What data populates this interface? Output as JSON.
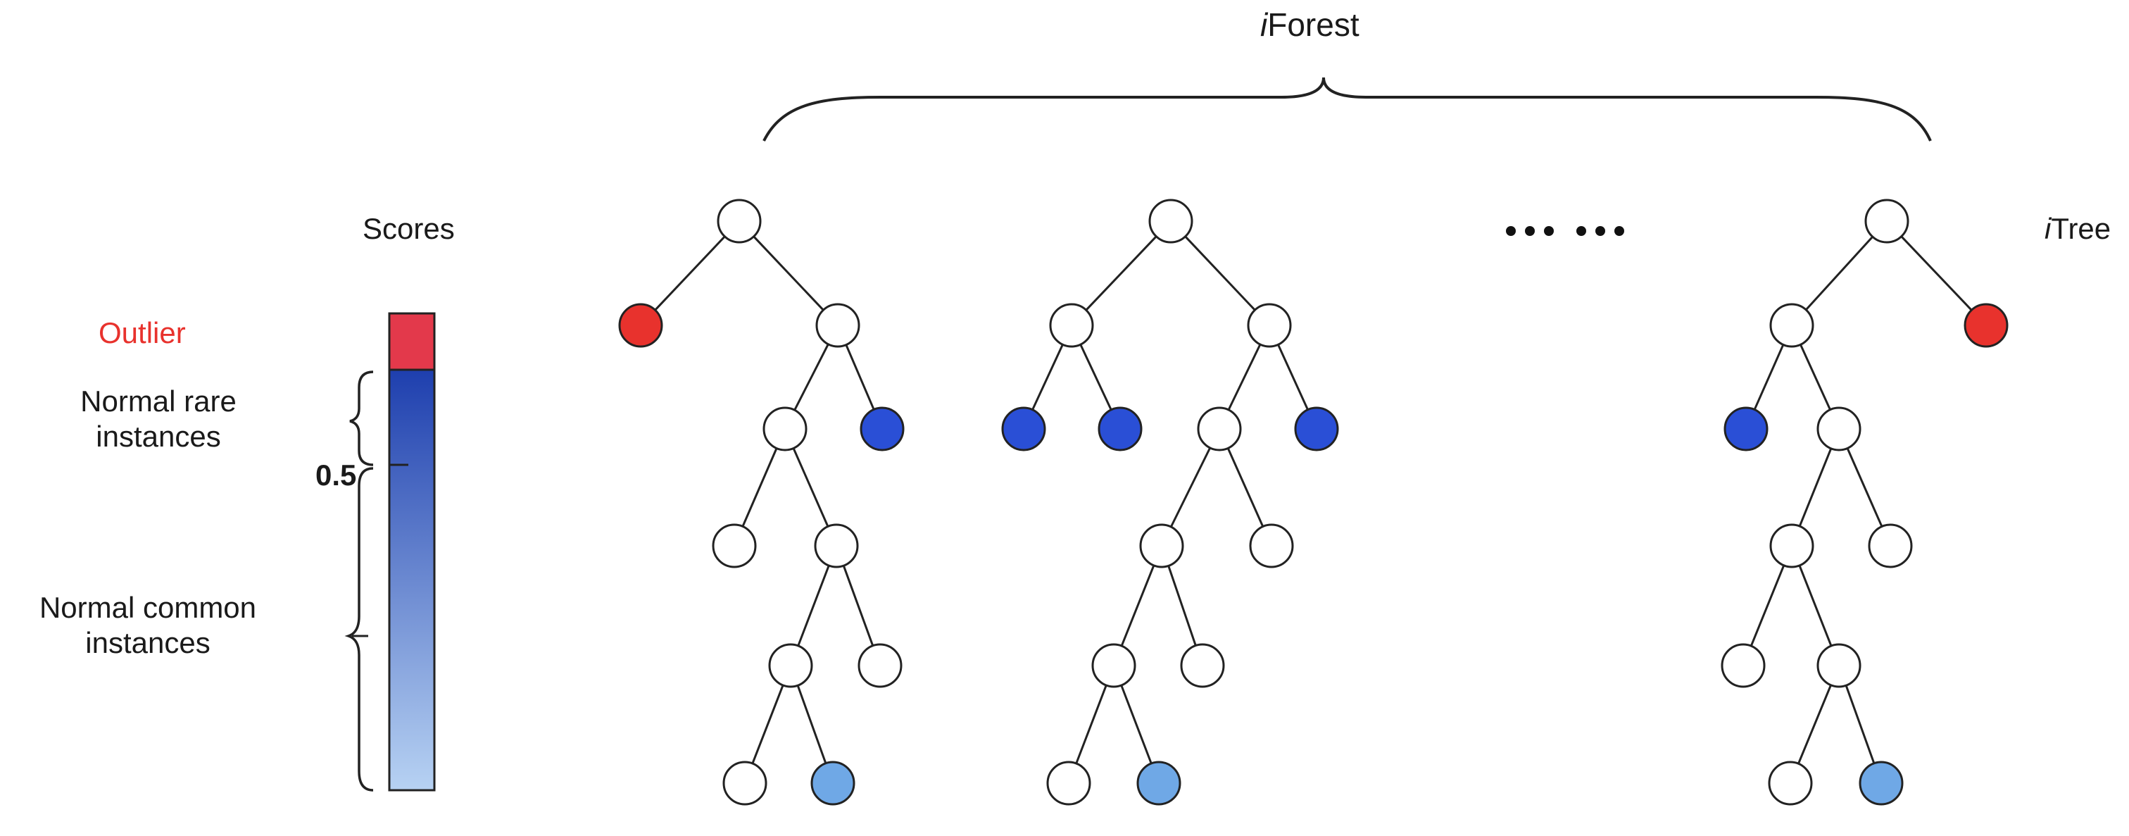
{
  "title": {
    "prefix": "i",
    "rest": "Forest"
  },
  "tree_label": {
    "prefix": "i",
    "rest": "Tree"
  },
  "scores_label": "Scores",
  "ellipsis": "•••   •••",
  "legend": {
    "outlier": "Outlier",
    "rare_line1": "Normal rare",
    "rare_line2": "instances",
    "common_line1": "Normal common",
    "common_line2": "instances",
    "threshold": "0.5"
  },
  "colors": {
    "outlier": "#e8322d",
    "rare": "#2a4fd6",
    "common": "#6fa8e6",
    "node": "#ffffff",
    "bar_top": "#e3394b",
    "bar_dark": "#1e3fae",
    "bar_light": "#b7d2f3",
    "edge": "#222222"
  },
  "trees": [
    {
      "name": "tree-1",
      "nodes": [
        {
          "id": "r",
          "type": "internal"
        },
        {
          "id": "a",
          "type": "outlier"
        },
        {
          "id": "b",
          "type": "internal"
        },
        {
          "id": "c",
          "type": "internal"
        },
        {
          "id": "d",
          "type": "rare"
        },
        {
          "id": "e",
          "type": "internal"
        },
        {
          "id": "f",
          "type": "internal"
        },
        {
          "id": "g",
          "type": "internal"
        },
        {
          "id": "h",
          "type": "internal"
        },
        {
          "id": "i",
          "type": "internal"
        },
        {
          "id": "j",
          "type": "common"
        }
      ],
      "edges": [
        [
          "r",
          "a"
        ],
        [
          "r",
          "b"
        ],
        [
          "b",
          "c"
        ],
        [
          "b",
          "d"
        ],
        [
          "c",
          "e"
        ],
        [
          "c",
          "f"
        ],
        [
          "f",
          "g"
        ],
        [
          "f",
          "h"
        ],
        [
          "g",
          "i"
        ],
        [
          "g",
          "j"
        ]
      ]
    },
    {
      "name": "tree-2",
      "nodes": [
        {
          "id": "r",
          "type": "internal"
        },
        {
          "id": "a",
          "type": "internal"
        },
        {
          "id": "b",
          "type": "internal"
        },
        {
          "id": "c",
          "type": "rare"
        },
        {
          "id": "d",
          "type": "rare"
        },
        {
          "id": "e",
          "type": "internal"
        },
        {
          "id": "f",
          "type": "rare"
        },
        {
          "id": "g",
          "type": "internal"
        },
        {
          "id": "h",
          "type": "internal"
        },
        {
          "id": "i",
          "type": "internal"
        },
        {
          "id": "j",
          "type": "internal"
        },
        {
          "id": "k",
          "type": "internal"
        },
        {
          "id": "l",
          "type": "common"
        }
      ],
      "edges": [
        [
          "r",
          "a"
        ],
        [
          "r",
          "b"
        ],
        [
          "a",
          "c"
        ],
        [
          "a",
          "d"
        ],
        [
          "b",
          "e"
        ],
        [
          "b",
          "f"
        ],
        [
          "e",
          "g"
        ],
        [
          "e",
          "h"
        ],
        [
          "g",
          "i"
        ],
        [
          "g",
          "j"
        ],
        [
          "i",
          "k"
        ],
        [
          "i",
          "l"
        ]
      ]
    },
    {
      "name": "tree-3",
      "nodes": [
        {
          "id": "r",
          "type": "internal"
        },
        {
          "id": "a",
          "type": "internal"
        },
        {
          "id": "b",
          "type": "outlier"
        },
        {
          "id": "c",
          "type": "rare"
        },
        {
          "id": "d",
          "type": "internal"
        },
        {
          "id": "e",
          "type": "internal"
        },
        {
          "id": "f",
          "type": "internal"
        },
        {
          "id": "g",
          "type": "internal"
        },
        {
          "id": "h",
          "type": "internal"
        },
        {
          "id": "i",
          "type": "internal"
        },
        {
          "id": "j",
          "type": "common"
        }
      ],
      "edges": [
        [
          "r",
          "a"
        ],
        [
          "r",
          "b"
        ],
        [
          "a",
          "c"
        ],
        [
          "a",
          "d"
        ],
        [
          "d",
          "e"
        ],
        [
          "d",
          "f"
        ],
        [
          "e",
          "g"
        ],
        [
          "e",
          "h"
        ],
        [
          "h",
          "i"
        ],
        [
          "h",
          "j"
        ]
      ]
    }
  ]
}
